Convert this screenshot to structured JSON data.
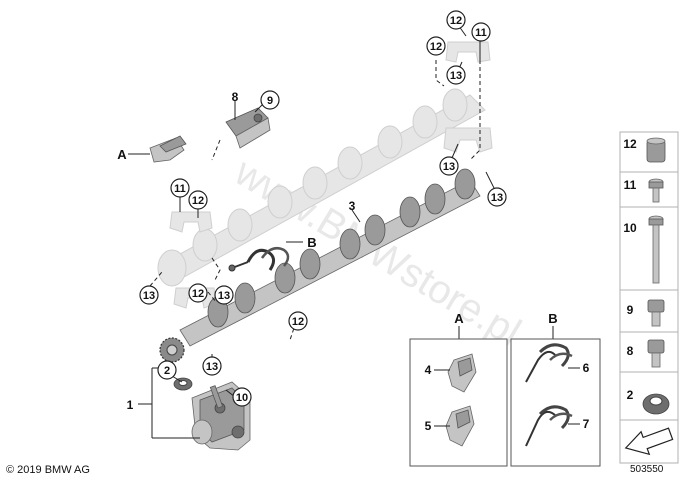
{
  "callouts": {
    "c1": "1",
    "c2": "2",
    "c3": "3",
    "c4": "4",
    "c5": "5",
    "c6": "6",
    "c7": "7",
    "c8": "8",
    "c9": "9",
    "c10": "10",
    "c11": "11",
    "c12": "12",
    "c13": "13"
  },
  "group_labels": {
    "a": "A",
    "b": "B"
  },
  "legend": {
    "items": [
      {
        "number": "12",
        "icon": "sleeve-icon"
      },
      {
        "number": "11",
        "icon": "short-torx-bolt-icon"
      },
      {
        "number": "10",
        "icon": "long-torx-bolt-icon"
      },
      {
        "number": "9",
        "icon": "socket-cap-screw-icon"
      },
      {
        "number": "8",
        "icon": "socket-cap-screw-icon"
      },
      {
        "number": "2",
        "icon": "seal-ring-icon"
      }
    ]
  },
  "footer": {
    "copyright": "© 2019 BMW AG",
    "diagram_number": "503550"
  },
  "watermark": "www.BMWstore.pl"
}
